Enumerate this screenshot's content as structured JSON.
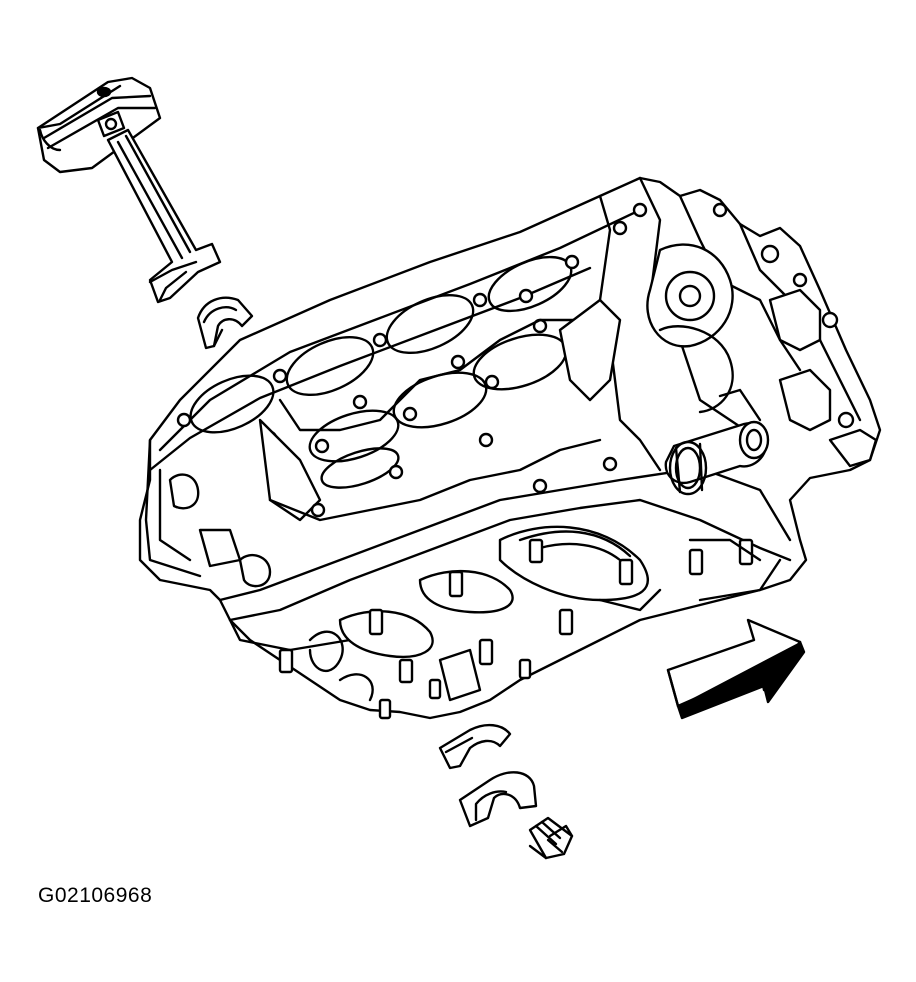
{
  "figure": {
    "code": "G02106968",
    "stroke_color": "#000000",
    "background_color": "#ffffff"
  },
  "components": [
    {
      "id": "piston-rod",
      "icon": "piston-connecting-rod-icon"
    },
    {
      "id": "rod-bearing-upper",
      "icon": "bearing-shell-icon"
    },
    {
      "id": "engine-block",
      "icon": "engine-block-icon"
    },
    {
      "id": "crankshaft-nose",
      "icon": "crankshaft-icon"
    },
    {
      "id": "rod-bearing-lower",
      "icon": "bearing-shell-icon"
    },
    {
      "id": "rod-cap",
      "icon": "rod-cap-icon"
    },
    {
      "id": "rod-bolt",
      "icon": "bolt-icon"
    },
    {
      "id": "direction-arrow",
      "icon": "front-arrow-icon"
    }
  ]
}
